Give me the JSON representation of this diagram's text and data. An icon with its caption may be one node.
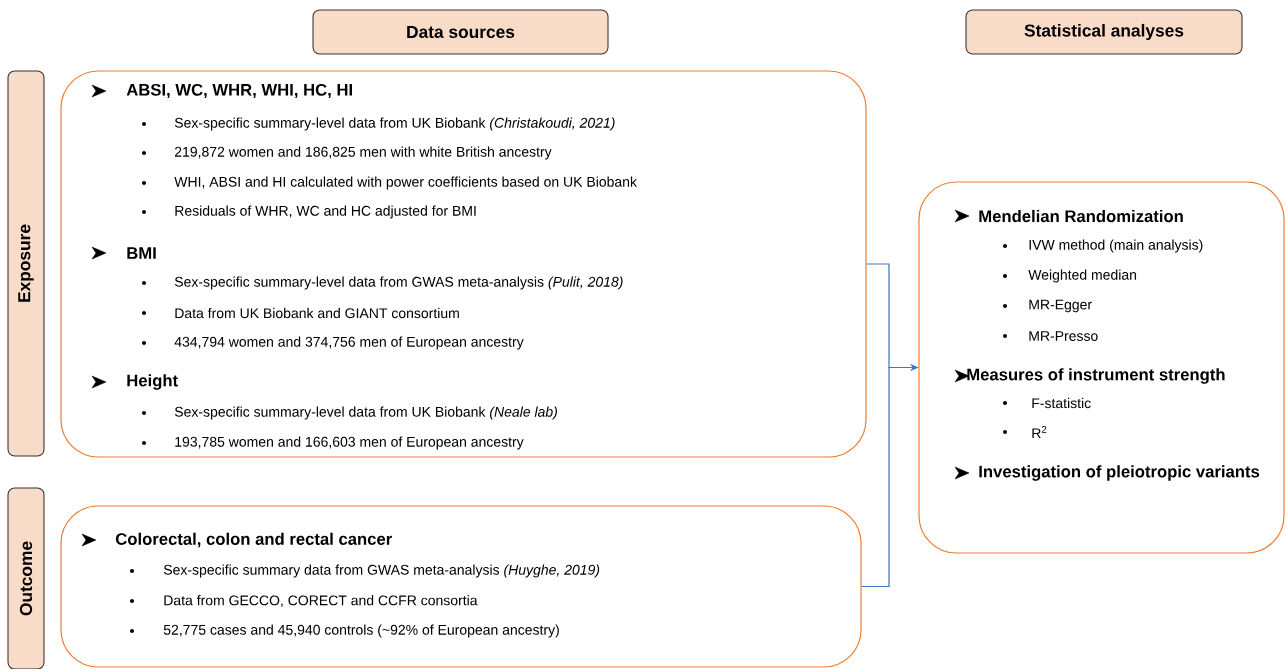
{
  "diagram": {
    "nodes": [
      {
        "text": [
          "Data sources"
        ]
      },
      {
        "text": [
          "Statistical analyses"
        ]
      },
      {
        "text": [
          "Exposure"
        ]
      },
      {
        "text": [
          "ABSI, WC, WHR, WHI, HC, HI",
          "Sex-specific summary-level data from UK Biobank *(Christakoudi, 2021)*",
          "219,872 women and 186,825 men with white British ancestry",
          "WHI, ABSI and HI calculated with power coefficients based on UK Biobank",
          "Residuals of WHR, WC and HC adjusted for BMI",
          "BMI",
          "Sex-specific summary-level data from GWAS meta-analysis *(Pulit, 2018)*",
          "Data from UK Biobank and GIANT consortium",
          "434,794 women and 374,756 men of European ancestry",
          "Height",
          "Sex-specific summary-level data from UK Biobank *(Neale lab)*",
          "193,785 women and 166,603 men of European ancestry"
        ]
      },
      {
        "text": [
          "Outcome"
        ]
      },
      {
        "text": [
          "Colorectal, colon and rectal cancer",
          "Sex-specific summary data from GWAS meta-analysis *(Huyghe, 2019)*",
          "Data from GECCO, CORECT and CCFR consortia",
          "52,775 cases and 45,940 controls (~92% of European ancestry)"
        ]
      },
      {
        "text": [
          "Mendelian Randomization",
          "IVW method (main analysis)",
          "Weighted median",
          "MR-Egger",
          "MR-Presso",
          "Measures of instrument strength",
          "F-statistic",
          "R$^{2}$",
          "Investigation of pleiotropic variants"
        ]
      }
    ],
    "edges": [
      {
        "from": 3,
        "to": 6,
        "arrow": "to"
      },
      {
        "from": 5,
        "to": 6,
        "arrow": "to"
      }
    ]
  }
}
